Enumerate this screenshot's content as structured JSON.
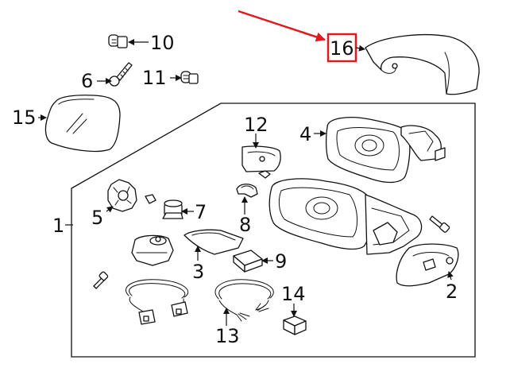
{
  "callouts": {
    "c1": "1",
    "c2": "2",
    "c3": "3",
    "c4": "4",
    "c5": "5",
    "c6": "6",
    "c7": "7",
    "c8": "8",
    "c9": "9",
    "c10": "10",
    "c11": "11",
    "c12": "12",
    "c13": "13",
    "c14": "14",
    "c15": "15",
    "c16": "16"
  },
  "colors": {
    "highlight": "#e0191e",
    "line": "#111111"
  },
  "highlighted_part": "16"
}
